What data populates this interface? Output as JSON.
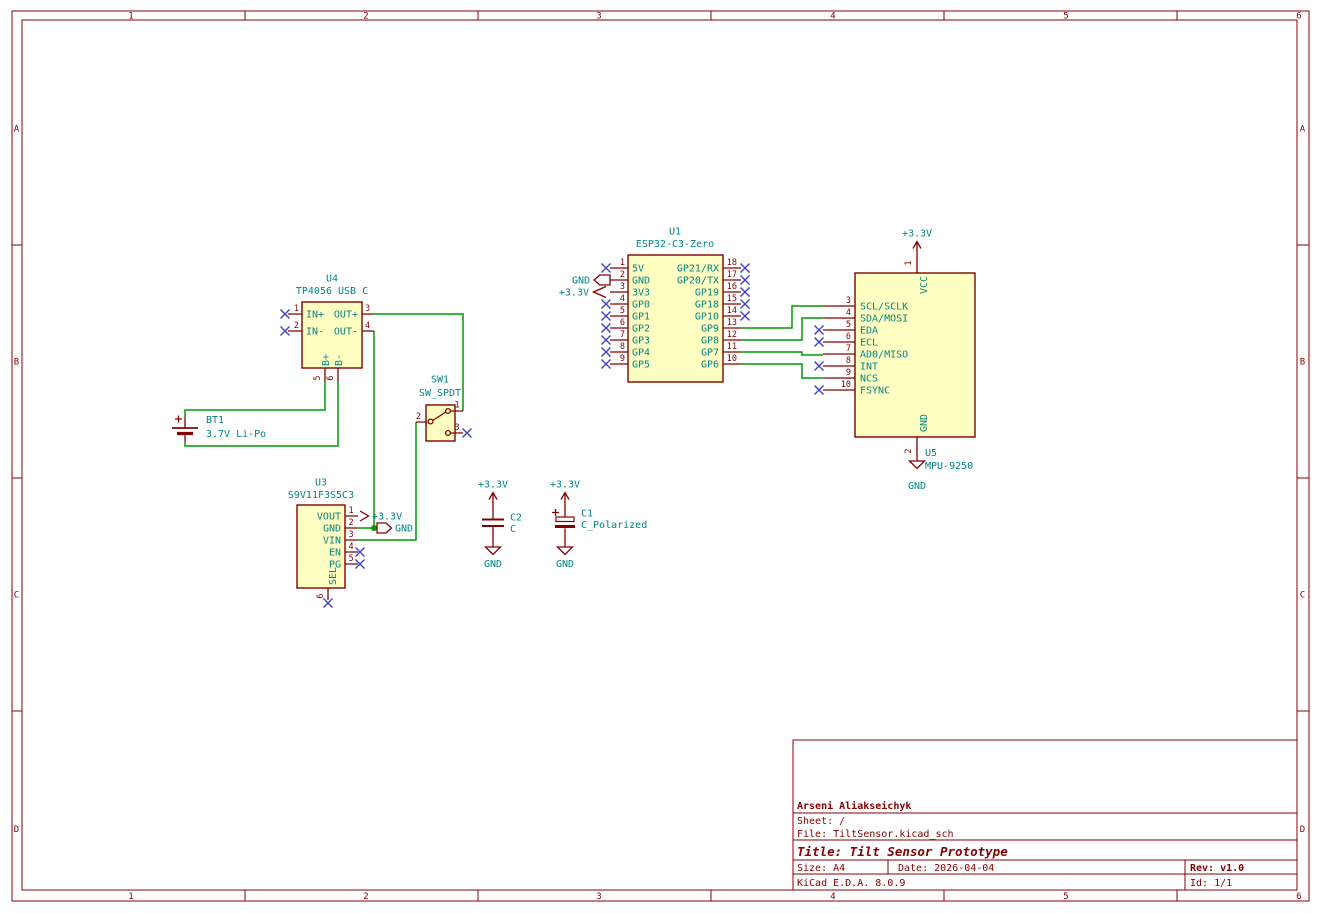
{
  "colors": {
    "frame": "#840000",
    "symbol_outline": "#840000",
    "symbol_fill": "#ffffc2",
    "pin_number": "#840000",
    "field_text": "#008484",
    "wire": "#009b00",
    "no_connect": "#4040c8",
    "background": "#ffffff"
  },
  "frame": {
    "cols": [
      "1",
      "2",
      "3",
      "4",
      "5",
      "6"
    ],
    "rows": [
      "A",
      "B",
      "C",
      "D"
    ]
  },
  "title_block": {
    "author": "Arseni Aliakseichyk",
    "sheet": "Sheet: /",
    "file": "File: TiltSensor.kicad_sch",
    "title": "Title: Tilt Sensor Prototype",
    "size": "Size: A4",
    "date": "Date: 2026-04-04",
    "rev": "Rev: v1.0",
    "tool": "KiCad E.D.A. 8.0.9",
    "id": "Id: 1/1"
  },
  "power": {
    "v33": "+3.3V",
    "gnd": "GND",
    "plus": "+"
  },
  "components": {
    "U1": {
      "ref": "U1",
      "value": "ESP32-C3-Zero",
      "left_pins": [
        {
          "n": "1",
          "name": "5V"
        },
        {
          "n": "2",
          "name": "GND"
        },
        {
          "n": "3",
          "name": "3V3"
        },
        {
          "n": "4",
          "name": "GP0"
        },
        {
          "n": "5",
          "name": "GP1"
        },
        {
          "n": "6",
          "name": "GP2"
        },
        {
          "n": "7",
          "name": "GP3"
        },
        {
          "n": "8",
          "name": "GP4"
        },
        {
          "n": "9",
          "name": "GP5"
        }
      ],
      "right_pins": [
        {
          "n": "18",
          "name": "GP21/RX"
        },
        {
          "n": "17",
          "name": "GP20/TX"
        },
        {
          "n": "16",
          "name": "GP19"
        },
        {
          "n": "15",
          "name": "GP18"
        },
        {
          "n": "14",
          "name": "GP10"
        },
        {
          "n": "13",
          "name": "GP9"
        },
        {
          "n": "12",
          "name": "GP8"
        },
        {
          "n": "11",
          "name": "GP7"
        },
        {
          "n": "10",
          "name": "GP6"
        }
      ]
    },
    "U4": {
      "ref": "U4",
      "value": "TP4056 USB C",
      "left_pins": [
        {
          "n": "1",
          "name": "IN+"
        },
        {
          "n": "2",
          "name": "IN-"
        }
      ],
      "right_pins": [
        {
          "n": "3",
          "name": "OUT+"
        },
        {
          "n": "4",
          "name": "OUT-"
        }
      ],
      "bottom_pins": [
        {
          "n": "5",
          "name": "B+"
        },
        {
          "n": "6",
          "name": "B-"
        }
      ]
    },
    "U3": {
      "ref": "U3",
      "value": "S9V11F3S5C3",
      "right_pins": [
        {
          "n": "1",
          "name": "VOUT"
        },
        {
          "n": "2",
          "name": "GND"
        },
        {
          "n": "3",
          "name": "VIN"
        },
        {
          "n": "4",
          "name": "EN"
        },
        {
          "n": "5",
          "name": "PG"
        }
      ],
      "bottom_pins": [
        {
          "n": "6",
          "name": "SEL"
        }
      ]
    },
    "U5": {
      "ref": "U5",
      "value": "MPU-9250",
      "top_pin": {
        "n": "1",
        "name": "VCC"
      },
      "bottom_pin": {
        "n": "2",
        "name": "GND"
      },
      "left_pins": [
        {
          "n": "3",
          "name": "SCL/SCLK"
        },
        {
          "n": "4",
          "name": "SDA/MOSI"
        },
        {
          "n": "5",
          "name": "EDA"
        },
        {
          "n": "6",
          "name": "ECL"
        },
        {
          "n": "7",
          "name": "AD0/MISO"
        },
        {
          "n": "8",
          "name": "INT"
        },
        {
          "n": "9",
          "name": "NCS"
        },
        {
          "n": "10",
          "name": "FSYNC"
        }
      ]
    },
    "SW1": {
      "ref": "SW1",
      "value": "SW_SPDT",
      "pins": [
        {
          "n": "1"
        },
        {
          "n": "2"
        },
        {
          "n": "3"
        }
      ]
    },
    "BT1": {
      "ref": "BT1",
      "value": "3.7V Li-Po"
    },
    "C1": {
      "ref": "C1",
      "value": "C_Polarized"
    },
    "C2": {
      "ref": "C2",
      "value": "C"
    }
  }
}
